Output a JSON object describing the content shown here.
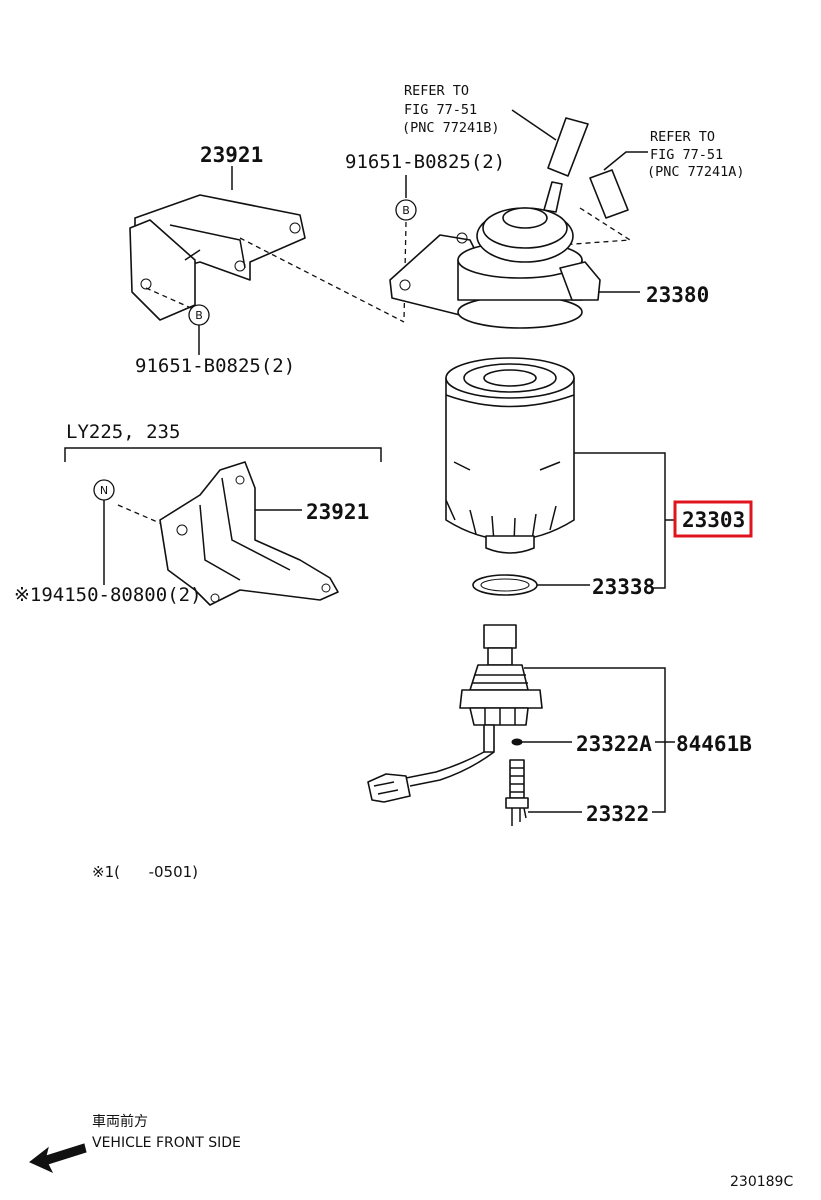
{
  "labels": {
    "refer_a_1": "REFER TO",
    "refer_a_2": "FIG 77-51",
    "refer_a_3": "(PNC 77241B)",
    "refer_b_1": "REFER TO",
    "refer_b_2": "FIG 77-51",
    "refer_b_3": "(PNC 77241A)",
    "bracket_top": "23921",
    "bolt_top": "91651-B0825(2)",
    "bolt_left": "91651-B0825(2)",
    "filter_head": "23380",
    "variant": "LY225, 235",
    "bracket_alt": "23921",
    "bolt_alt": "※194150-80800(2)",
    "filter_element": "23303",
    "gasket": "23338",
    "oring": "23322A",
    "sensor_assy": "84461B",
    "sensor": "23322",
    "footnote": "※1(      -0501)",
    "front_jp": "車両前方",
    "front_en": "VEHICLE FRONT SIDE",
    "illustration_id": "230189C"
  },
  "markers": {
    "b_top": "B",
    "b_left": "B",
    "n_alt": "N"
  },
  "colors": {
    "highlight": "#e0141e",
    "ink": "#111111"
  }
}
